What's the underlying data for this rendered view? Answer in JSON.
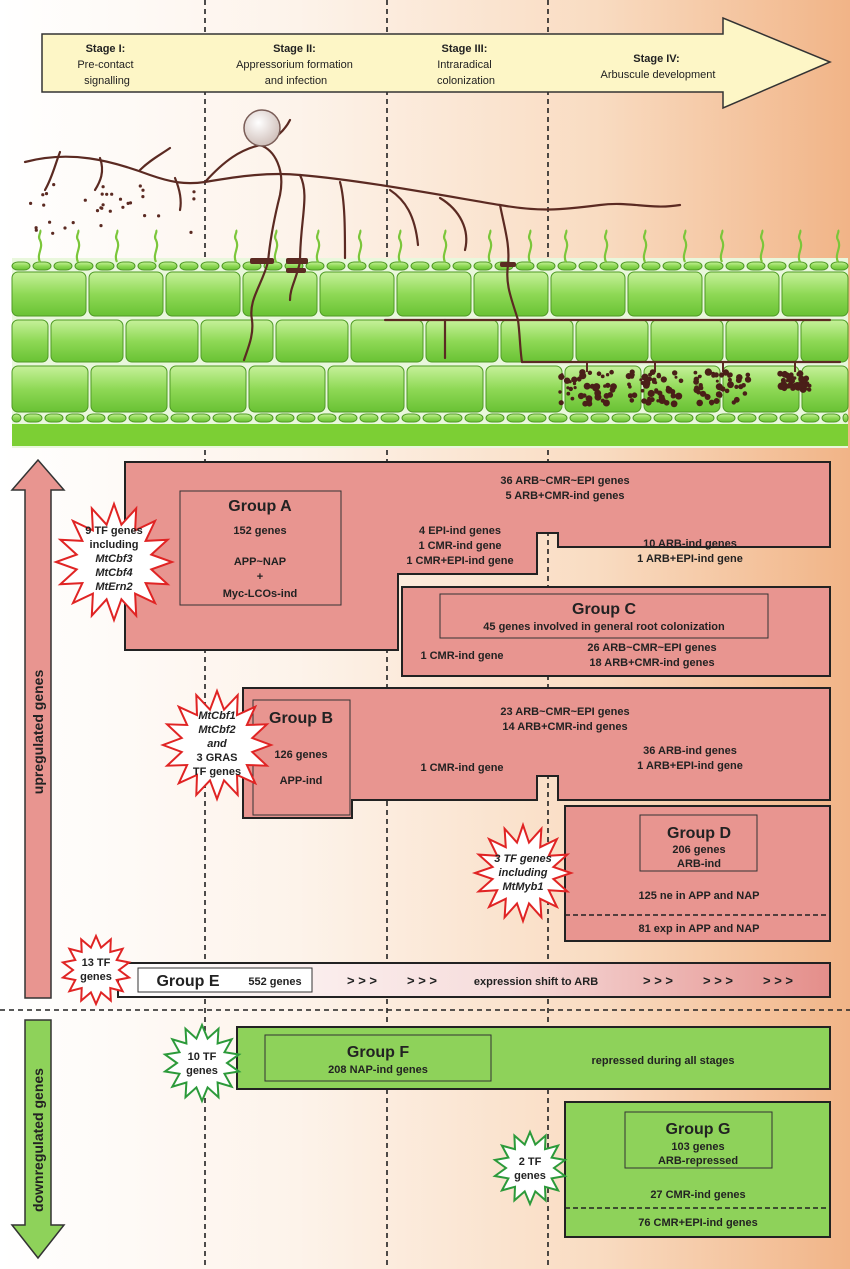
{
  "stages": [
    {
      "title": "Stage I:",
      "lines": [
        "Pre-contact",
        "signalling"
      ]
    },
    {
      "title": "Stage II:",
      "lines": [
        "Appressorium formation",
        "and infection"
      ]
    },
    {
      "title": "Stage III:",
      "lines": [
        "Intraradical",
        "colonization"
      ]
    },
    {
      "title": "Stage IV:",
      "lines": [
        "Arbuscule development"
      ]
    }
  ],
  "axis": {
    "upregulated": "upregulated genes",
    "downregulated": "downregulated genes"
  },
  "groups": {
    "A": {
      "title": "Group A",
      "count": "152 genes",
      "desc": [
        "APP~NAP",
        "+",
        "Myc-LCOs-ind"
      ],
      "right_top": [
        "36 ARB~CMR~EPI genes",
        "5 ARB+CMR-ind genes"
      ],
      "mid": [
        "4 EPI-ind genes",
        "1 CMR-ind gene",
        "1 CMR+EPI-ind gene"
      ],
      "right": [
        "10 ARB-ind genes",
        "1 ARB+EPI-ind gene"
      ],
      "burst": [
        "9 TF genes",
        "including",
        "MtCbf3",
        "MtCbf4",
        "MtErn2"
      ]
    },
    "C": {
      "title": "Group C",
      "subtitle": "45 genes involved in general root colonization",
      "left": "1 CMR-ind gene",
      "right": [
        "26 ARB~CMR~EPI genes",
        "18 ARB+CMR-ind genes"
      ]
    },
    "B": {
      "title": "Group B",
      "count": "126 genes",
      "desc": "APP-ind",
      "top": [
        "23 ARB~CMR~EPI genes",
        "14 ARB+CMR-ind genes"
      ],
      "mid": "1 CMR-ind gene",
      "right": [
        "36 ARB-ind genes",
        "1 ARB+EPI-ind gene"
      ],
      "burst": [
        "MtCbf1",
        "MtCbf2",
        "and",
        "3 GRAS",
        "TF genes"
      ]
    },
    "D": {
      "title": "Group D",
      "count": "206 genes",
      "desc": "ARB-ind",
      "row1": "125 ne in APP and NAP",
      "row2": "81 exp in APP and NAP",
      "burst": [
        "3 TF genes",
        "including",
        "MtMyb1"
      ]
    },
    "E": {
      "title": "Group E",
      "count": "552 genes",
      "arrows1": "> > >",
      "arrows2": "> > >",
      "shift": "expression shift to ARB",
      "arrows3": "> > >",
      "arrows4": "> > >",
      "arrows5": "> > >",
      "burst": [
        "13 TF",
        "genes"
      ]
    },
    "F": {
      "title": "Group F",
      "count": "208 NAP-ind genes",
      "note": "repressed during all stages",
      "burst": [
        "10 TF",
        "genes"
      ]
    },
    "G": {
      "title": "Group G",
      "count": "103 genes",
      "desc": "ARB-repressed",
      "row1": "27 CMR-ind genes",
      "row2": "76 CMR+EPI-ind genes",
      "burst": [
        "2 TF",
        "genes"
      ]
    }
  },
  "colors": {
    "salmon": "#e89590",
    "green": "#8ed25a",
    "cell": "#86d44e",
    "stage_arrow": "#fdf6c6",
    "red_star": "#e02424",
    "green_star": "#2c9a3a",
    "hypha": "#5b2a22"
  }
}
